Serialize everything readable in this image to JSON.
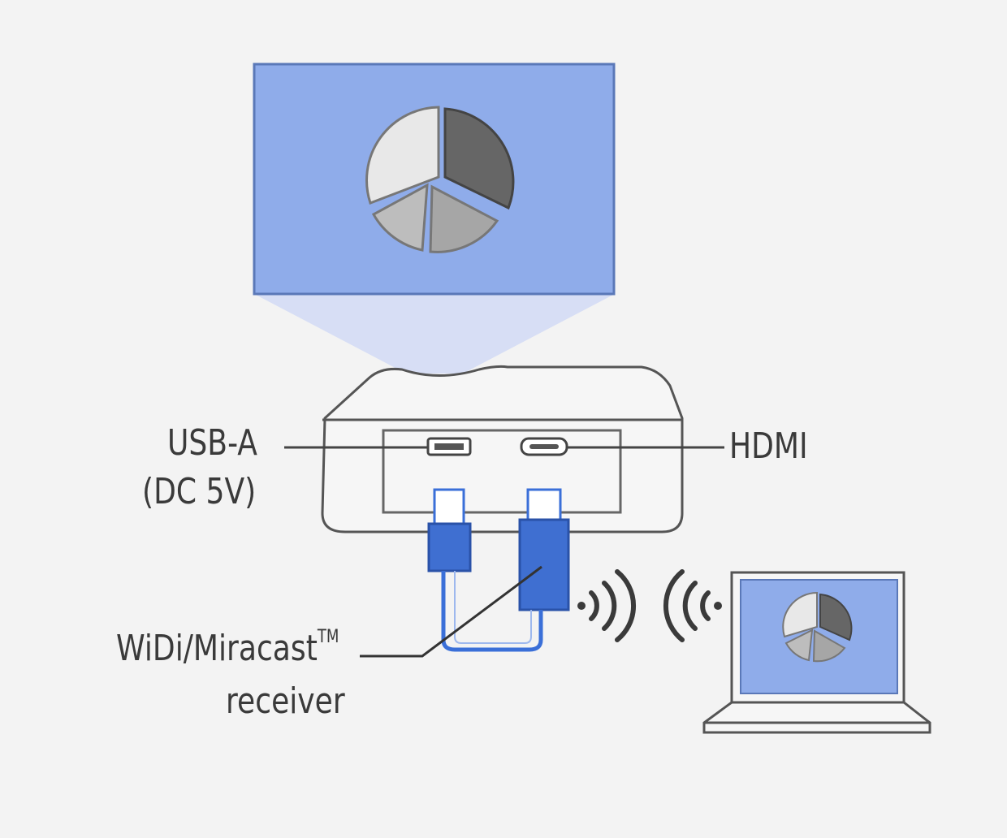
{
  "labels": {
    "usb_line1": "USB-A",
    "usb_line2": "(DC 5V)",
    "hdmi": "HDMI",
    "receiver_line1": "WiDi/Miracast",
    "receiver_tm": "TM",
    "receiver_line2": "receiver"
  },
  "colors": {
    "background": "#f3f3f3",
    "screen_fill": "#8facea",
    "beam_fill": "#d7def5",
    "dongle_fill": "#3f6fd1",
    "cable": "#3a6fd8",
    "pie_light": "#e8e8e8",
    "pie_dark": "#666666",
    "pie_mid": "#a6a6a6",
    "outline": "#555555"
  },
  "icons": [
    "projection-screen",
    "pie-chart-icon",
    "projector-box",
    "usb-port-icon",
    "hdmi-port-icon",
    "usb-dongle-icon",
    "miracast-dongle-icon",
    "wifi-signal-icon",
    "laptop-icon"
  ]
}
